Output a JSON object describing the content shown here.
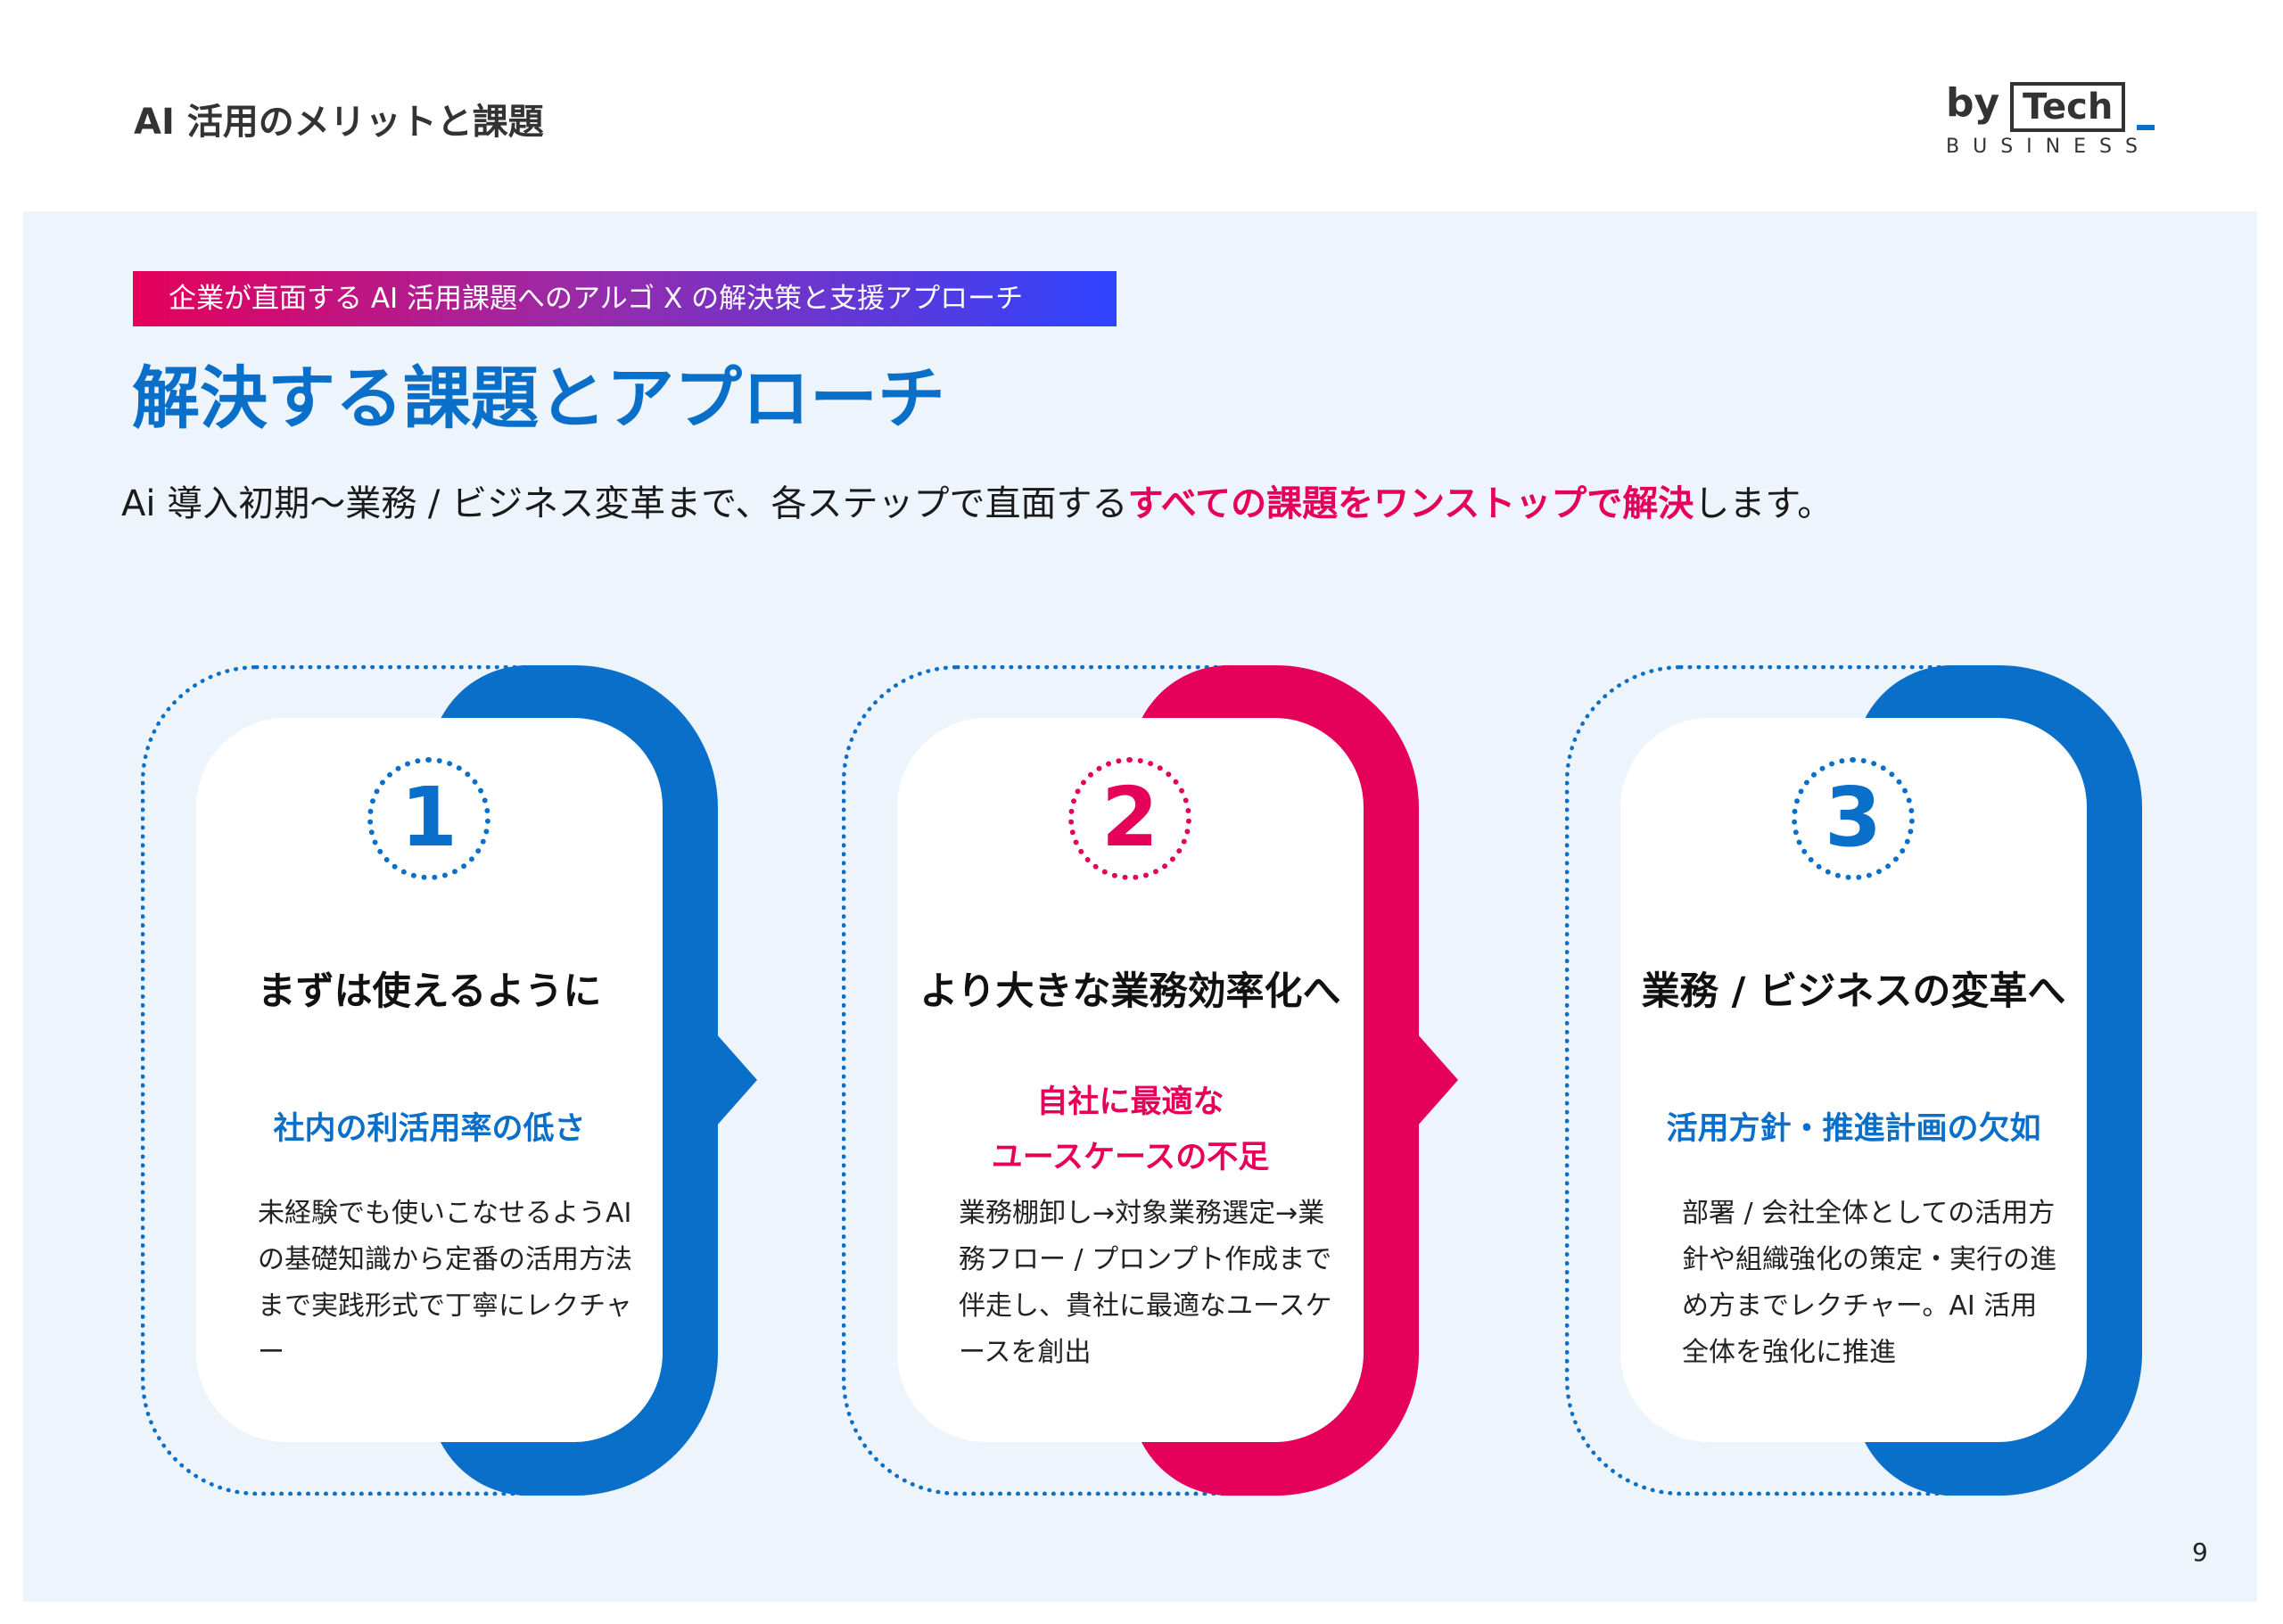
{
  "header": {
    "title": "AI 活用のメリットと課題",
    "logo": {
      "by": "by",
      "tech": "Tech",
      "business": "BUSINESS"
    }
  },
  "banner": "企業が直面する AI 活用課題へのアルゴ X の解決策と支援アプローチ",
  "title": "解決する課題とアプローチ",
  "lead": {
    "before": "Ai 導入初期〜業務 / ビジネス変革まで、各ステップで直面する",
    "highlight": "すべての課題をワンストップで解決",
    "after": "します。"
  },
  "cards": [
    {
      "number": "1",
      "heading": "まずは使えるように",
      "subheading": [
        "社内の利活用率の低さ"
      ],
      "body": "未経験でも使いこなせるようAI の基礎知識から定番の活用方法まで実践形式で丁寧にレクチャー"
    },
    {
      "number": "2",
      "heading": "より大きな業務効率化へ",
      "subheading": [
        "自社に最適な",
        "ユースケースの不足"
      ],
      "body": "業務棚卸し→対象業務選定→業務フロー / プロンプト作成まで伴走し、貴社に最適なユースケースを創出"
    },
    {
      "number": "3",
      "heading": "業務 / ビジネスの変革へ",
      "subheading": [
        "活用方針・推進計画の欠如"
      ],
      "body": "部署 / 会社全体としての活用方針や組織強化の策定・実行の進め方までレクチャー。AI 活用全体を強化に推進"
    }
  ],
  "page_number": "9",
  "colors": {
    "blue": "#0a6fc9",
    "pink": "#e5005a",
    "panel": "#eef4fc"
  }
}
